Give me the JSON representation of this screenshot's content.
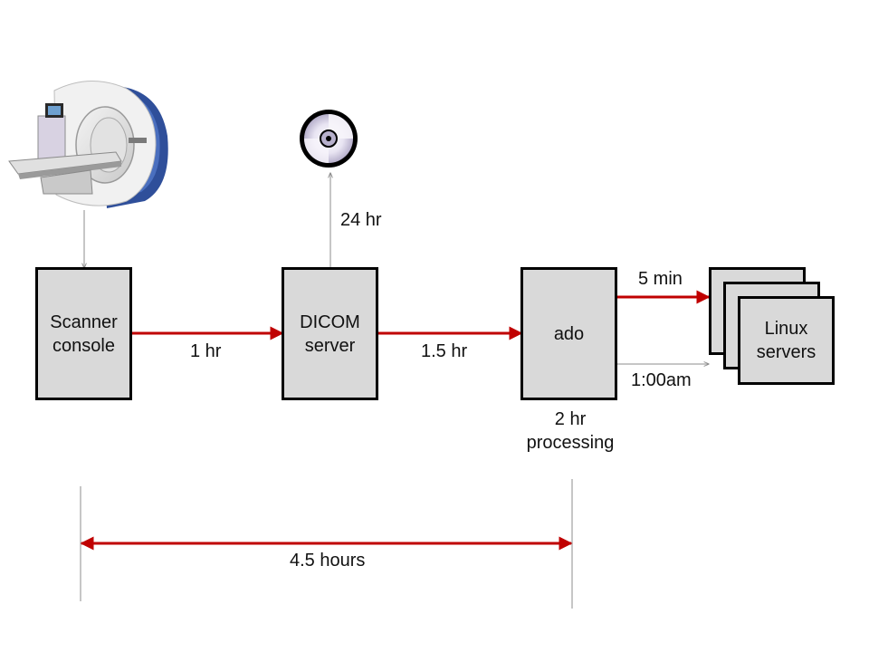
{
  "nodes": {
    "scanner_console": "Scanner\nconsole",
    "dicom_server": "DICOM\nserver",
    "ado": "ado",
    "linux_servers": "Linux\nservers"
  },
  "edges": {
    "scanner_to_dicom": "1 hr",
    "dicom_to_ado": "1.5 hr",
    "dicom_to_disc": "24 hr",
    "ado_to_linux_fast": "5 min",
    "ado_to_linux_nightly": "1:00am"
  },
  "ado_processing": "2 hr\nprocessing",
  "total_span": "4.5 hours",
  "colors": {
    "flow_arrow": "#c00000",
    "secondary_arrow": "#8c8c8c",
    "box_fill": "#d9d9d9"
  },
  "icons": {
    "scanner": "mri-scanner-icon",
    "disc": "cd-disc-icon"
  }
}
